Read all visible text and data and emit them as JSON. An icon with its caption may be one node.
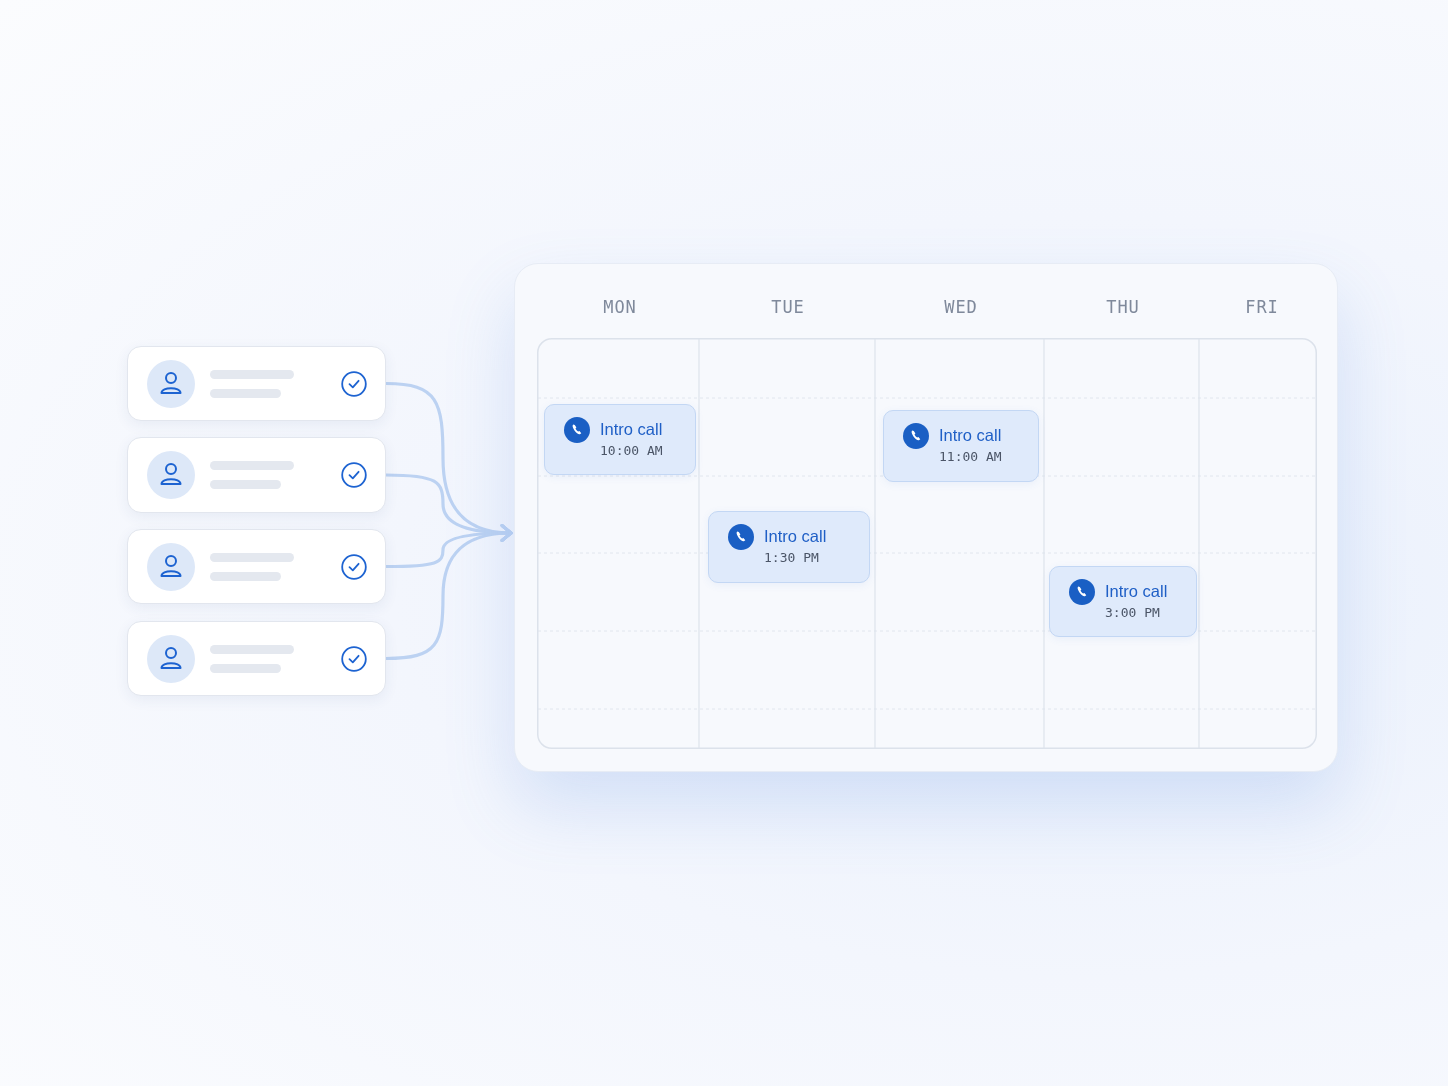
{
  "diagram": {
    "nodes": [
      {
        "text": [],
        "shape": "box"
      },
      {
        "text": [],
        "shape": "box"
      },
      {
        "text": [],
        "shape": "box"
      },
      {
        "text": [],
        "shape": "box"
      },
      {
        "text": [],
        "shape": "box"
      },
      {
        "text": [
          "Intro call",
          "10:00 AM"
        ],
        "in": 4
      },
      {
        "text": [
          "Intro call",
          "1:30 PM"
        ],
        "in": 4
      },
      {
        "text": [
          "Intro call",
          "11:00 AM"
        ],
        "in": 4
      },
      {
        "text": [
          "Intro call",
          "3:00 PM"
        ],
        "in": 4
      }
    ],
    "edges": [
      {
        "from": 0,
        "to": 4,
        "arrow": "to"
      },
      {
        "from": 1,
        "to": 4,
        "arrow": "to"
      },
      {
        "from": 2,
        "to": 4,
        "arrow": "to"
      },
      {
        "from": 3,
        "to": 4,
        "arrow": "to"
      }
    ],
    "labels": [
      "MON",
      "TUE",
      "WED",
      "THU",
      "FRI"
    ]
  }
}
